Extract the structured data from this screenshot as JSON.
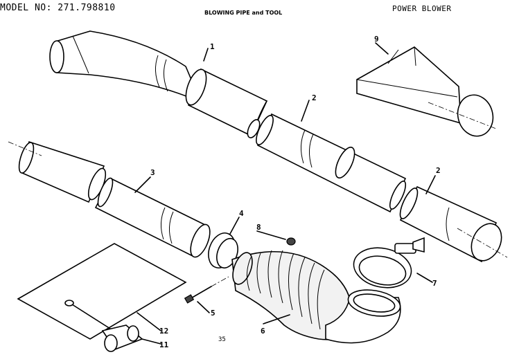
{
  "header": {
    "model": "MODEL NO: 271.798810",
    "title": "BLOWING PIPE and TOOL",
    "product": "POWER BLOWER"
  },
  "callouts": {
    "c1": "1",
    "c2a": "2",
    "c2b": "2",
    "c3": "3",
    "c4": "4",
    "c5": "5",
    "c6": "6",
    "c7": "7",
    "c8": "8",
    "c9": "9",
    "c11": "11",
    "c12": "12"
  },
  "footer": {
    "page": "35"
  }
}
